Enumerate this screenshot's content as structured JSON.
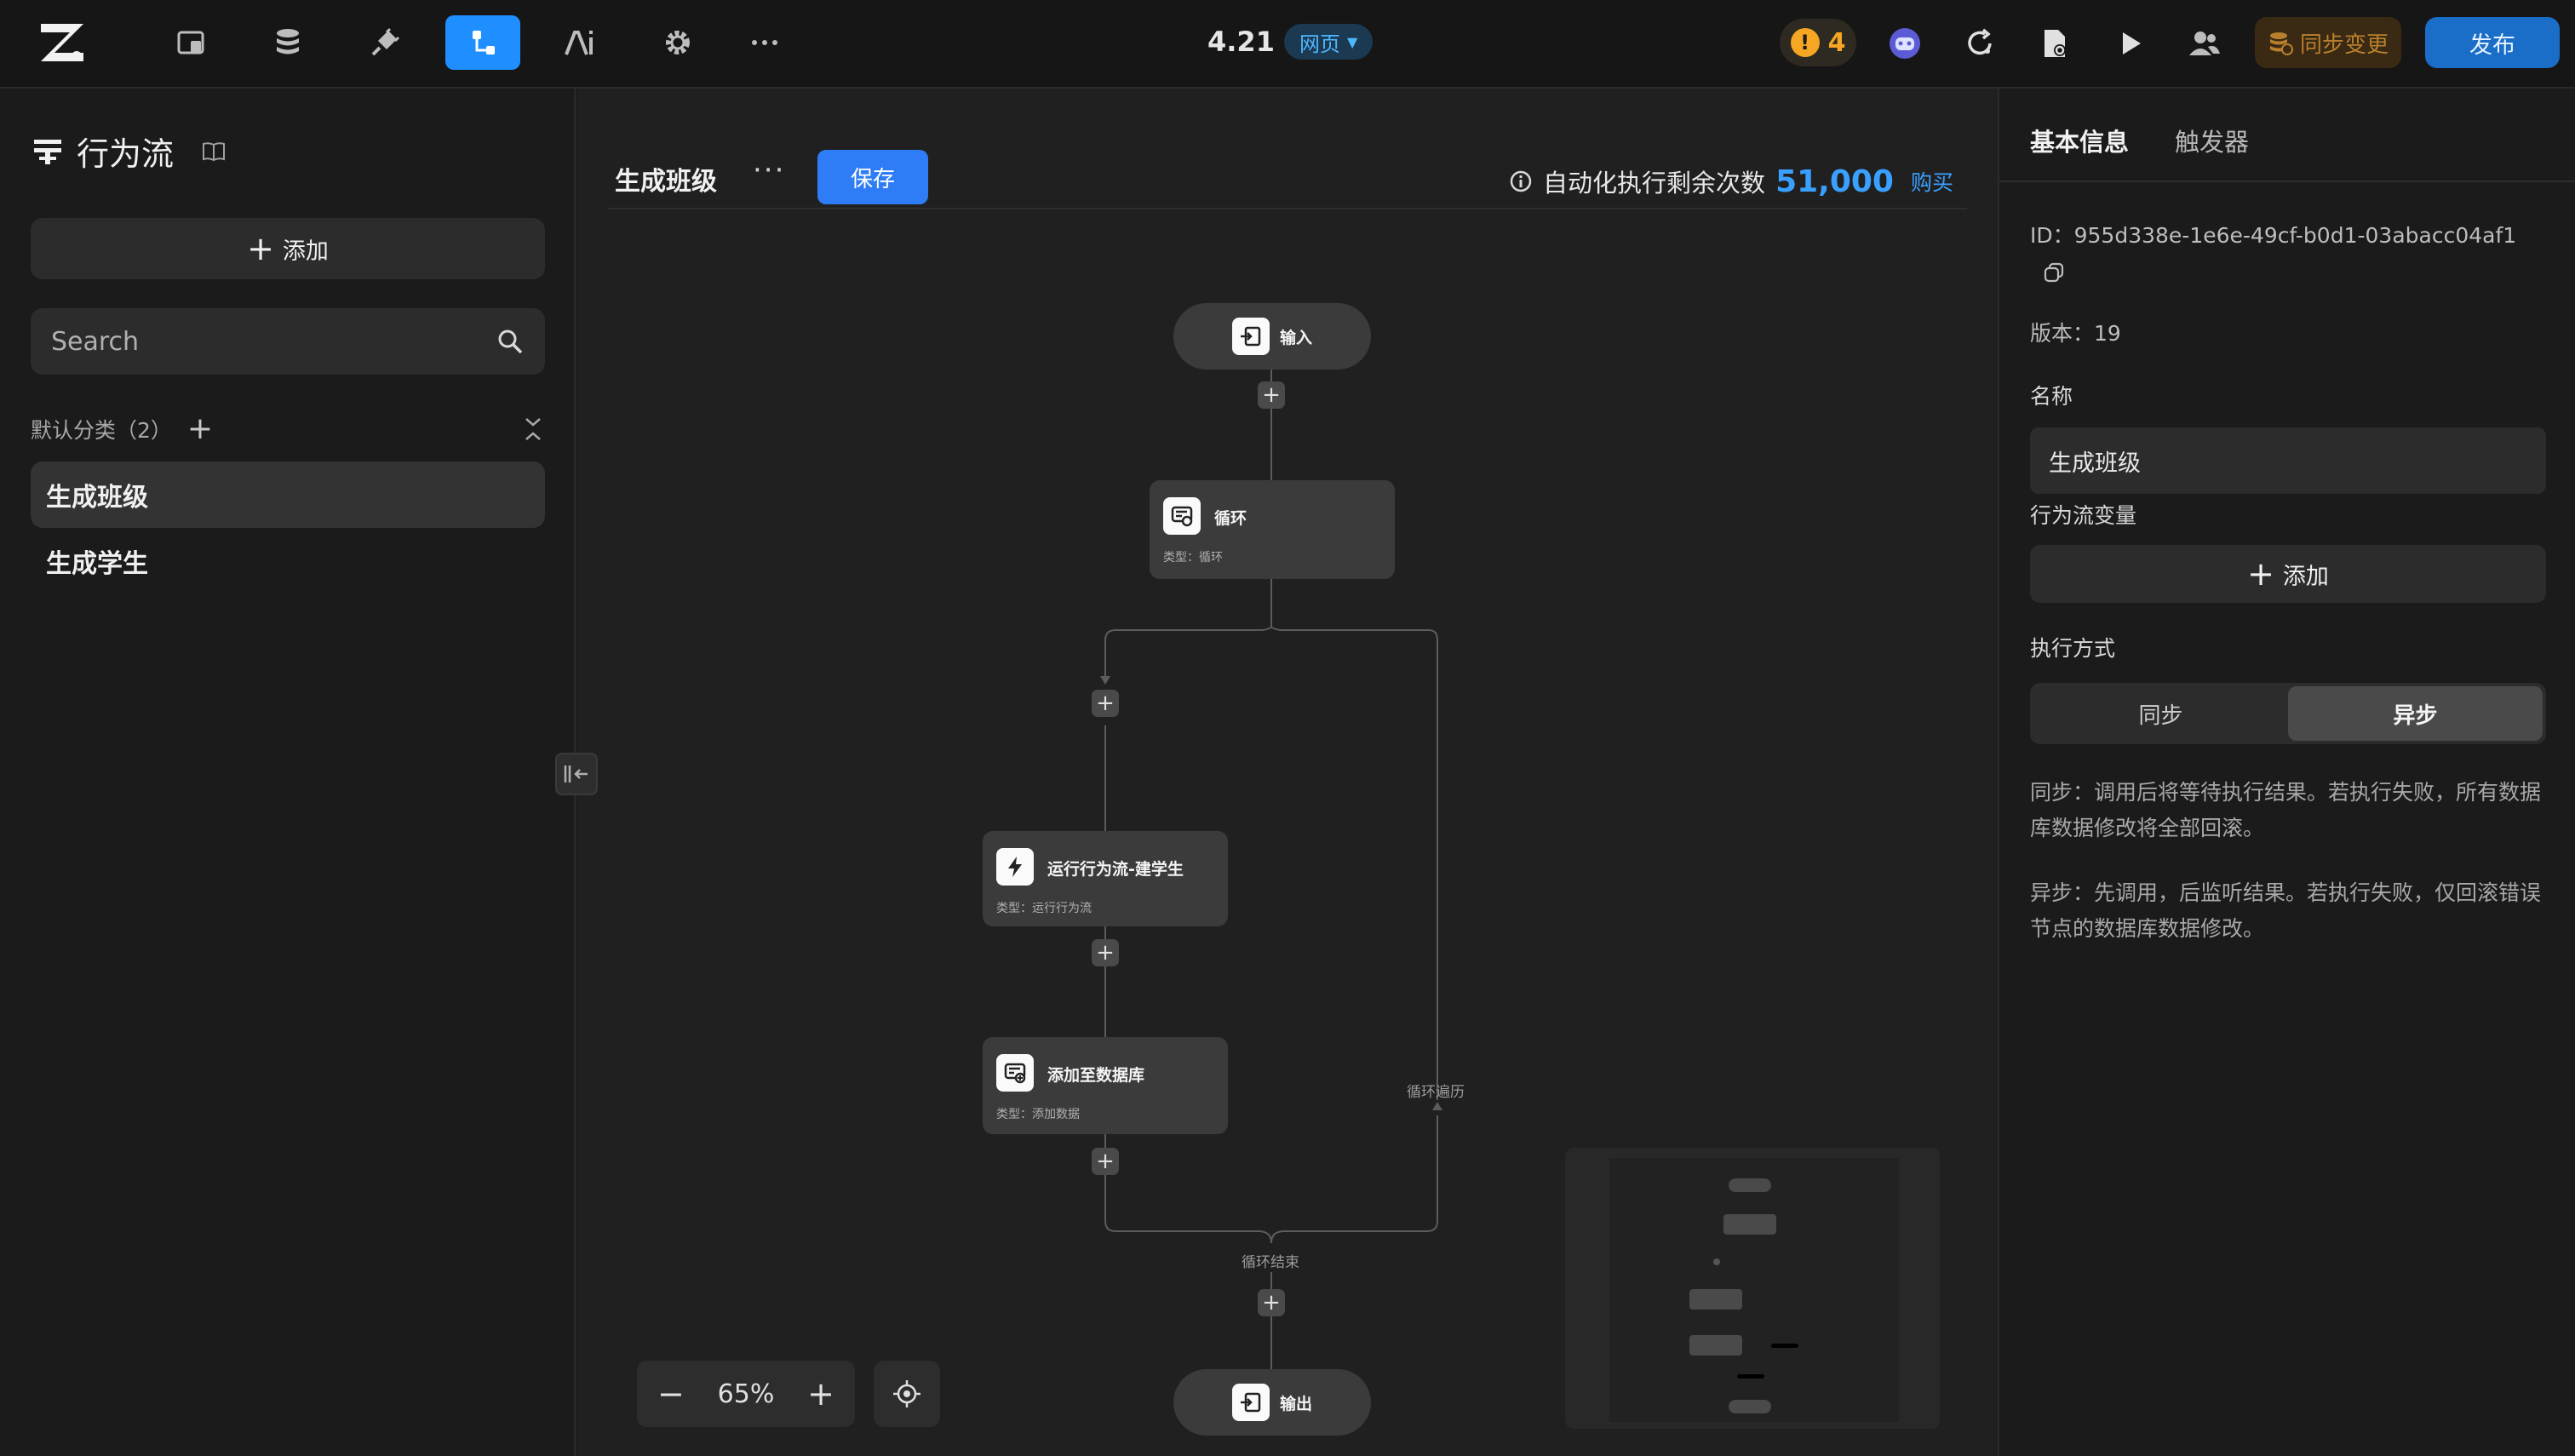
{
  "topbar": {
    "version": "4.21",
    "env": "网页",
    "warning_count": "4",
    "sync_label": "同步变更",
    "publish_label": "发布"
  },
  "sidebar": {
    "title": "行为流",
    "add_label": "添加",
    "search_placeholder": "Search",
    "category_label": "默认分类（2）",
    "items": [
      {
        "label": "生成班级"
      },
      {
        "label": "生成学生"
      }
    ]
  },
  "canvas": {
    "flow_name": "生成班级",
    "more": "···",
    "save_label": "保存",
    "quota_label": "自动化执行剩余次数",
    "quota_value": "51,000",
    "buy_label": "购买",
    "zoom": "65%",
    "nodes": {
      "input": {
        "title": "输入"
      },
      "loop": {
        "title": "循环",
        "sub": "类型：循环"
      },
      "run_flow": {
        "title": "运行行为流-建学生",
        "sub": "类型：运行行为流"
      },
      "add_db": {
        "title": "添加至数据库",
        "sub": "类型：添加数据"
      },
      "output": {
        "title": "输出"
      }
    },
    "edge_labels": {
      "loop_back": "循环遍历",
      "loop_end": "循环结束"
    }
  },
  "right_panel": {
    "tabs": [
      {
        "label": "基本信息"
      },
      {
        "label": "触发器"
      }
    ],
    "id_text": "ID：955d338e-1e6e-49cf-b0d1-03abacc04af1",
    "version_text": "版本：19",
    "name_label": "名称",
    "name_value": "生成班级",
    "vars_label": "行为流变量",
    "vars_add_label": "添加",
    "exec_label": "执行方式",
    "exec_options": [
      {
        "label": "同步"
      },
      {
        "label": "异步"
      }
    ],
    "exec_selected": "异步",
    "desc_sync": "同步：调用后将等待执行结果。若执行失败，所有数据库数据修改将全部回滚。",
    "desc_async": "异步：先调用，后监听结果。若执行失败，仅回滚错误节点的数据库数据修改。"
  },
  "colors": {
    "accent": "#1f8fff",
    "save": "#2f7df6",
    "warning": "#f5a623",
    "sync": "#b8802c",
    "quota": "#3aa0ff"
  }
}
